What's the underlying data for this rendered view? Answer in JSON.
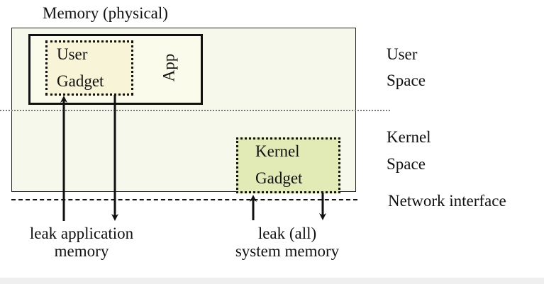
{
  "title": "Memory (physical)",
  "app_label": "App",
  "user_gadget": {
    "line1": "User",
    "line2": "Gadget"
  },
  "kernel_gadget": {
    "line1": "Kernel",
    "line2": "Gadget"
  },
  "regions": {
    "user_space": {
      "line1": "User",
      "line2": "Space"
    },
    "kernel_space": {
      "line1": "Kernel",
      "line2": "Space"
    },
    "network_interface": "Network interface"
  },
  "captions": {
    "application": {
      "line1": "leak application",
      "line2": "memory"
    },
    "system": {
      "line1": "leak (all)",
      "line2": "system memory"
    }
  },
  "colors": {
    "memory_fill": "#f7f8ec",
    "app_fill": "#fbfbec",
    "user_gadget_fill": "#f8f4d8",
    "kernel_gadget_fill": "#e2eab6"
  }
}
